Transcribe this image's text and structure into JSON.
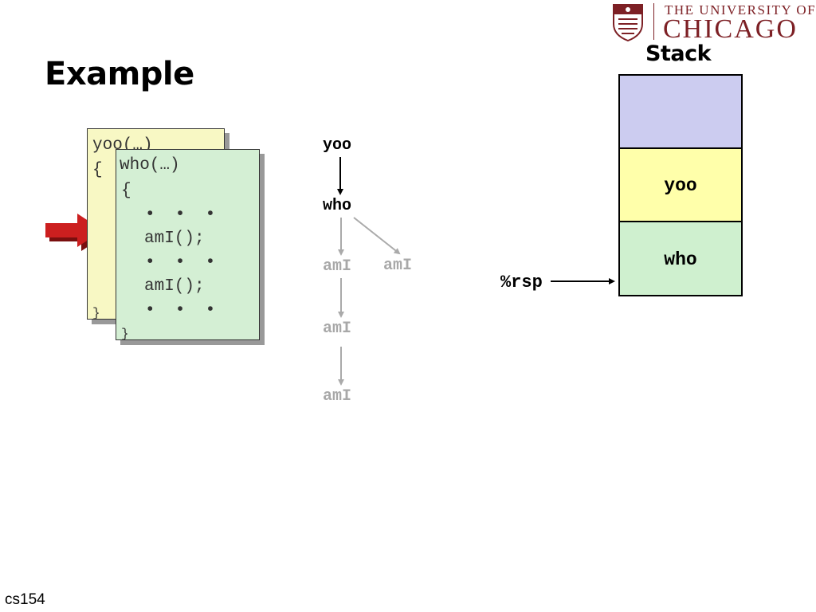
{
  "slide": {
    "title": "Example",
    "footer": "cs154"
  },
  "logo": {
    "line1": "THE UNIVERSITY OF",
    "line2": "CHICAGO"
  },
  "code": {
    "yoo_lines": [
      "yoo(…)",
      "{",
      "}"
    ],
    "who_lines": [
      "who(…)",
      "{",
      "•  •  •",
      "amI();",
      "•  •  •",
      "amI();",
      "•  •  •",
      "}"
    ]
  },
  "call_tree": {
    "nodes": [
      "yoo",
      "who",
      "amI",
      "amI",
      "amI",
      "amI"
    ]
  },
  "stack": {
    "label": "Stack",
    "frames": [
      "",
      "yoo",
      "who"
    ],
    "pointer": "%rsp"
  },
  "colors": {
    "arrow_red": "#cc1f1f",
    "frame_blue": "#ccccf0",
    "frame_yellow": "#ffffaa",
    "frame_green": "#cff0cf",
    "logo_maroon": "#7d2025"
  }
}
